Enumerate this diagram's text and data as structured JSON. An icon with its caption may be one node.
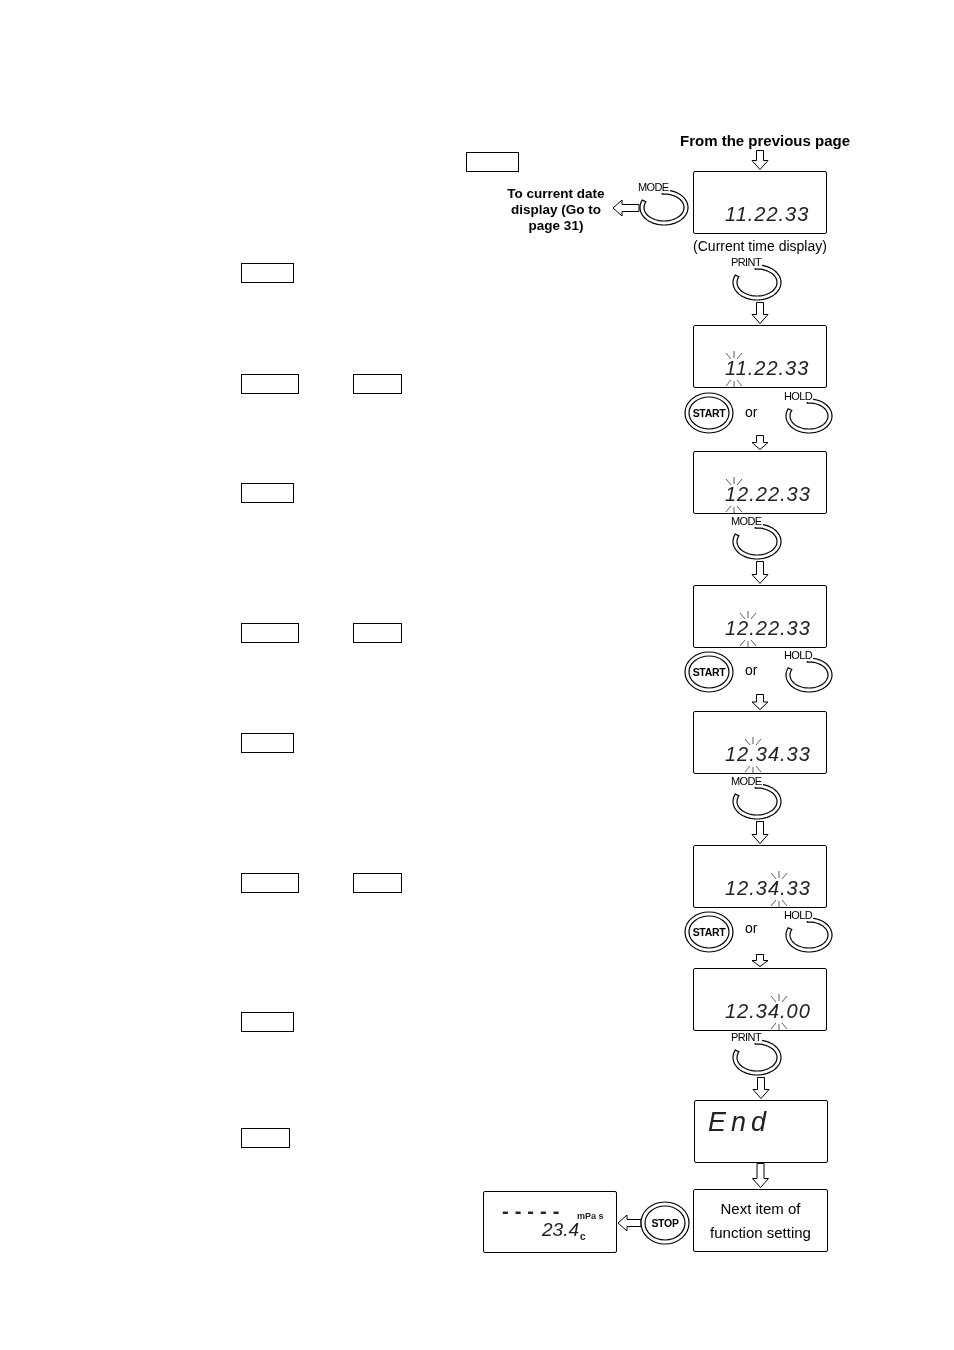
{
  "diagram": {
    "nodes": [
      {
        "text": [
          "From the previous page"
        ]
      },
      {
        "text": [
          "11.22.33"
        ],
        "beside": [
          "(Current time display)"
        ]
      },
      {
        "text": [
          "MODE"
        ]
      },
      {
        "text": [
          "To current date display (Go to page 31)"
        ]
      },
      {
        "text": [
          "PRINT"
        ]
      },
      {
        "text": [
          "11.22.33"
        ]
      },
      {
        "text": [
          "START"
        ]
      },
      {
        "text": [
          "HOLD"
        ]
      },
      {
        "text": [
          "12.22.33"
        ]
      },
      {
        "text": [
          "MODE"
        ]
      },
      {
        "text": [
          "12.22.33"
        ]
      },
      {
        "text": [
          "START"
        ]
      },
      {
        "text": [
          "HOLD"
        ]
      },
      {
        "text": [
          "12.34.33"
        ]
      },
      {
        "text": [
          "MODE"
        ]
      },
      {
        "text": [
          "12.34.33"
        ]
      },
      {
        "text": [
          "START"
        ]
      },
      {
        "text": [
          "HOLD"
        ]
      },
      {
        "text": [
          "12.34.00"
        ]
      },
      {
        "text": [
          "PRINT"
        ]
      },
      {
        "text": [
          "End"
        ]
      },
      {
        "text": [
          "Next item of function setting"
        ]
      },
      {
        "text": [
          "STOP"
        ]
      },
      {
        "text": [
          "-----",
          "mPa s",
          "23.4",
          "c"
        ]
      }
    ],
    "edges": [
      {
        "from": 0,
        "to": 1,
        "arrow": "to"
      },
      {
        "from": 2,
        "to": 3,
        "arrow": "to"
      },
      {
        "from": 4,
        "to": 5,
        "arrow": "to"
      },
      {
        "from": 6,
        "to": 8,
        "arrow": "to"
      },
      {
        "from": 7,
        "to": 8,
        "arrow": "to"
      },
      {
        "from": 9,
        "to": 10,
        "arrow": "to"
      },
      {
        "from": 11,
        "to": 13,
        "arrow": "to"
      },
      {
        "from": 12,
        "to": 13,
        "arrow": "to"
      },
      {
        "from": 14,
        "to": 15,
        "arrow": "to"
      },
      {
        "from": 16,
        "to": 18,
        "arrow": "to"
      },
      {
        "from": 17,
        "to": 18,
        "arrow": "to"
      },
      {
        "from": 19,
        "to": 20,
        "arrow": "to"
      },
      {
        "from": 20,
        "to": 21,
        "arrow": "to"
      },
      {
        "from": 22,
        "to": 23,
        "arrow": "to"
      }
    ],
    "labels": [
      "or",
      "or",
      "or"
    ]
  }
}
